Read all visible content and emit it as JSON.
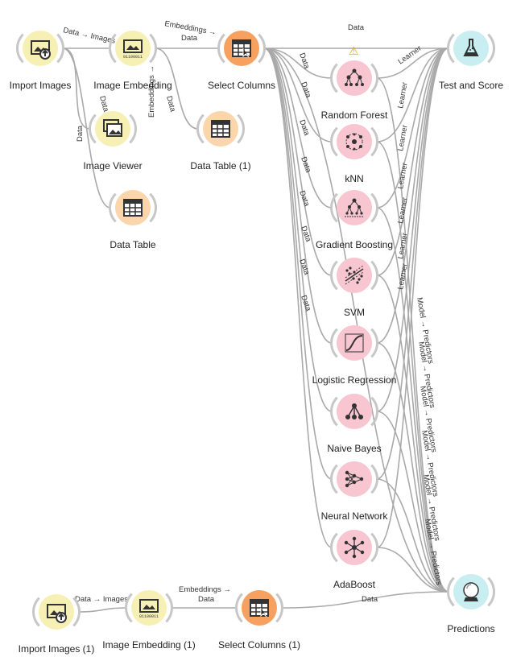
{
  "nodes": {
    "import_images": "Import Images",
    "image_embedding": "Image Embedding",
    "select_columns": "Select Columns",
    "image_viewer": "Image Viewer",
    "data_table_1": "Data Table (1)",
    "data_table": "Data Table",
    "random_forest": "Random Forest",
    "knn": "kNN",
    "gradient_boosting": "Gradient Boosting",
    "svm": "SVM",
    "logistic_regression": "Logistic Regression",
    "naive_bayes": "Naive Bayes",
    "neural_network": "Neural Network",
    "adaboost": "AdaBoost",
    "test_and_score": "Test and Score",
    "predictions": "Predictions",
    "import_images_1": "Import Images (1)",
    "image_embedding_1": "Image Embedding (1)",
    "select_columns_1": "Select Columns (1)"
  },
  "links": {
    "data_images": "Data → Images",
    "data": "Data",
    "embeddings_data": "Embeddings →",
    "embeddings_data_2": "Data",
    "embeddings_vert": "Embeddings →",
    "learner": "Learner",
    "model_predictors": "Model → Predictors"
  },
  "colors": {
    "data_node": "#f6f0b4",
    "transform_node": "#f6a15f",
    "table_node": "#fbd6ac",
    "model_node": "#f7c6d0",
    "eval_node": "#c9eef2",
    "link": "#a9a9a9"
  }
}
